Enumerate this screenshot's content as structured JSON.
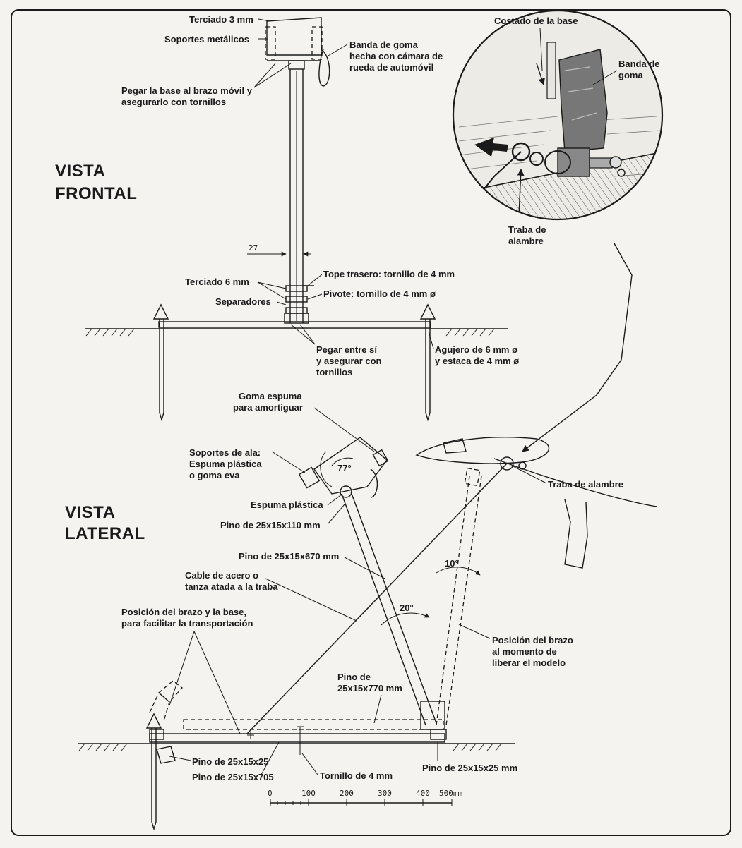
{
  "front_view": {
    "title_line1": "VISTA",
    "title_line2": "FRONTAL",
    "labels": {
      "plywood_3mm": "Terciado 3 mm",
      "metal_supports": "Soportes metálicos",
      "rubber_band_1": "Banda de goma",
      "rubber_band_2": "hecha con cámara de",
      "rubber_band_3": "rueda de automóvil",
      "glue_base_1": "Pegar la base al brazo móvil y",
      "glue_base_2": "asegurarlo con tornillos",
      "dimension_27": "27",
      "rear_stop": "Tope trasero: tornillo de 4 mm",
      "plywood_6mm": "Terciado 6 mm",
      "pivot": "Pivote: tornillo de 4 mm ø",
      "spacers": "Separadores",
      "glue_together_1": "Pegar entre sí",
      "glue_together_2": "y asegurar con",
      "glue_together_3": "tornillos",
      "hole_1": "Agujero de 6 mm ø",
      "hole_2": "y estaca de 4 mm ø"
    }
  },
  "detail": {
    "base_side": "Costado de la base",
    "rubber_band_1": "Banda de",
    "rubber_band_2": "goma",
    "wire_latch_1": "Traba de",
    "wire_latch_2": "alambre"
  },
  "side_view": {
    "title_line1": "VISTA",
    "title_line2": "LATERAL",
    "labels": {
      "foam_1": "Goma espuma",
      "foam_2": "para amortiguar",
      "wing_supports_1": "Soportes de ala:",
      "wing_supports_2": "Espuma plástica",
      "wing_supports_3": "o goma eva",
      "angle_77": "77°",
      "plastic_foam": "Espuma plástica",
      "pine_110": "Pino de 25x15x110 mm",
      "pine_670": "Pino de 25x15x670 mm",
      "cable_1": "Cable de acero o",
      "cable_2": "tanza atada a la traba",
      "transport_1": "Posición del brazo y la base,",
      "transport_2": "para facilitar la transportación",
      "angle_20": "20°",
      "angle_10": "10°",
      "wire_latch": "Traba de alambre",
      "release_1": "Posición del brazo",
      "release_2": "al momento de",
      "release_3": "liberar el modelo",
      "pine_770_1": "Pino de",
      "pine_770_2": "25x15x770 mm",
      "pine_25_left": "Pino de 25x15x25",
      "pine_705": "Pino de 25x15x705",
      "screw_4mm": "Tornillo de 4 mm",
      "pine_25_right": "Pino de 25x15x25 mm"
    }
  },
  "scale_bar": {
    "ticks": [
      "0",
      "100",
      "200",
      "300",
      "400",
      "500mm"
    ]
  }
}
